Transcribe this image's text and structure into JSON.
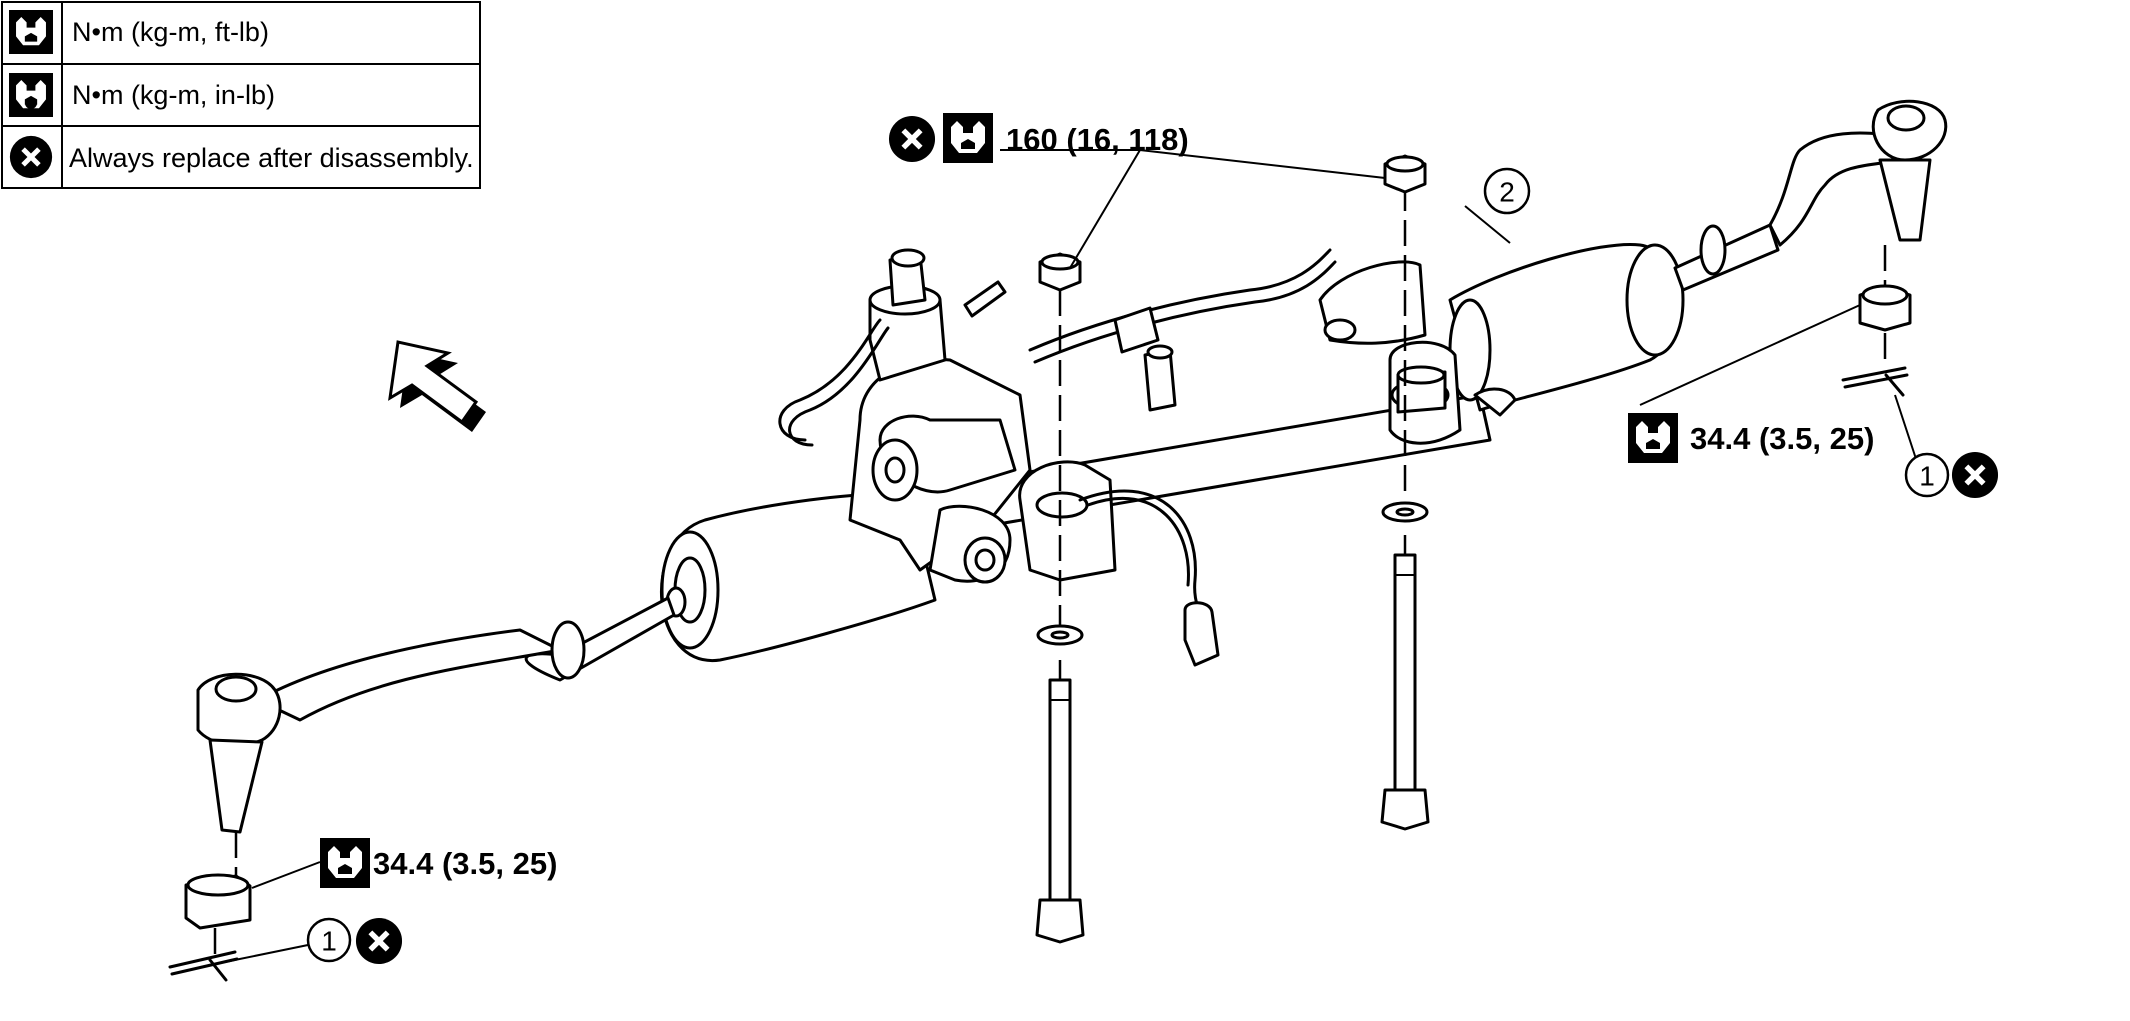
{
  "legend": {
    "rows": [
      {
        "icon": "torque-wrench-icon",
        "text": "N•m (kg-m, ft-lb)"
      },
      {
        "icon": "torque-wrench-small-icon",
        "text": "N•m (kg-m, in-lb)"
      },
      {
        "icon": "replace-icon",
        "text": "Always replace after disassembly."
      }
    ]
  },
  "callouts": {
    "mount_nut_torque": "160 (16, 118)",
    "left_tie_rod_nut_torque": "34.4 (3.5, 25)",
    "right_tie_rod_nut_torque": "34.4 (3.5, 25)",
    "cotter_pin_left_ref": "1",
    "cotter_pin_right_ref": "1",
    "steering_gear_ref": "2"
  },
  "icons": {
    "front_arrow": "front-direction-arrow-icon",
    "wrench": "torque-wrench-icon",
    "replace": "replace-icon"
  }
}
